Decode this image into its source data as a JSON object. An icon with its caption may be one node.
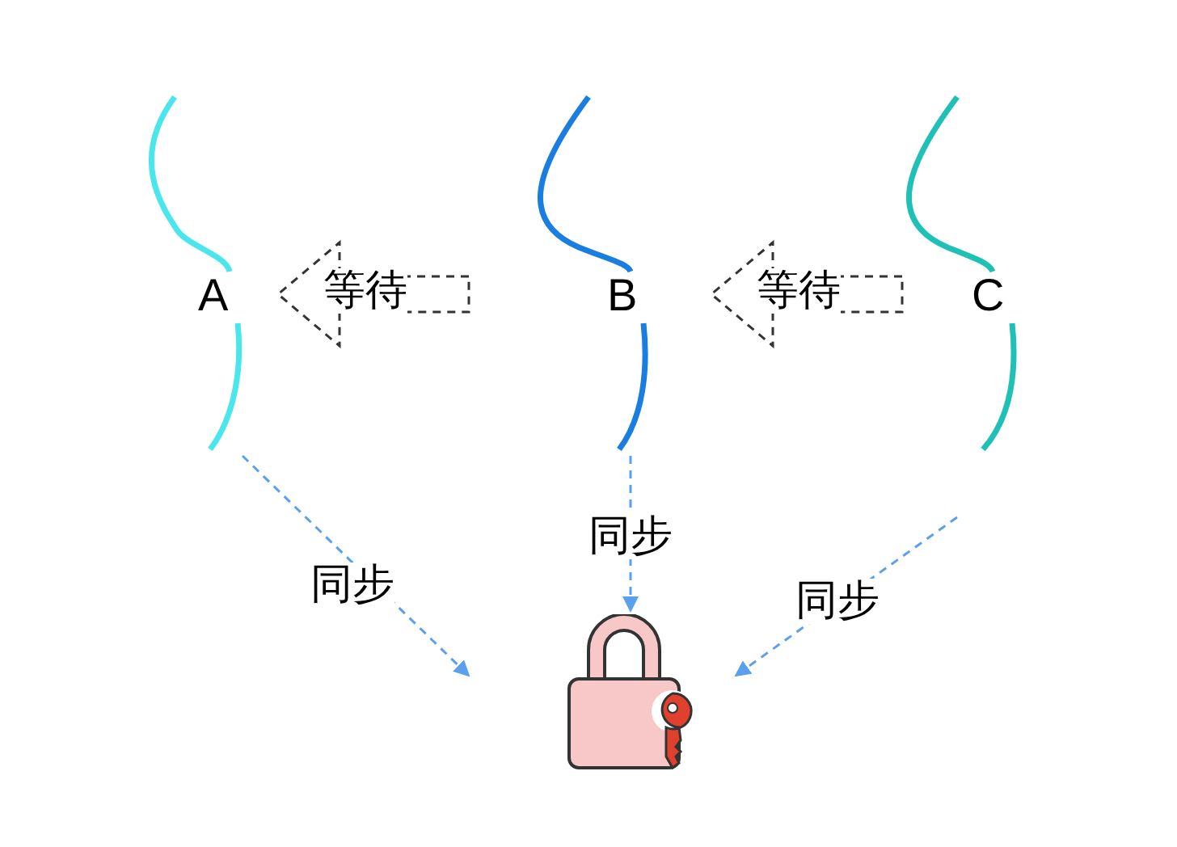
{
  "diagram": {
    "nodes": [
      {
        "text": [
          "A"
        ]
      },
      {
        "text": [
          "B"
        ]
      },
      {
        "text": [
          "C"
        ]
      },
      {
        "text": [],
        "shape": "picture"
      }
    ],
    "edges": [
      {
        "from": 1,
        "to": 0,
        "arrow": "to",
        "label": "等待",
        "style": "dashed",
        "color": "#333333"
      },
      {
        "from": 2,
        "to": 1,
        "arrow": "to",
        "label": "等待",
        "style": "dashed",
        "color": "#333333"
      },
      {
        "from": 0,
        "to": 3,
        "arrow": "to",
        "label": "同步",
        "style": "dashed"
      },
      {
        "from": 1,
        "to": 3,
        "arrow": "to",
        "label": "同步",
        "style": "dashed"
      },
      {
        "from": 2,
        "to": 3,
        "arrow": "to",
        "label": "同步",
        "style": "dashed"
      }
    ]
  }
}
